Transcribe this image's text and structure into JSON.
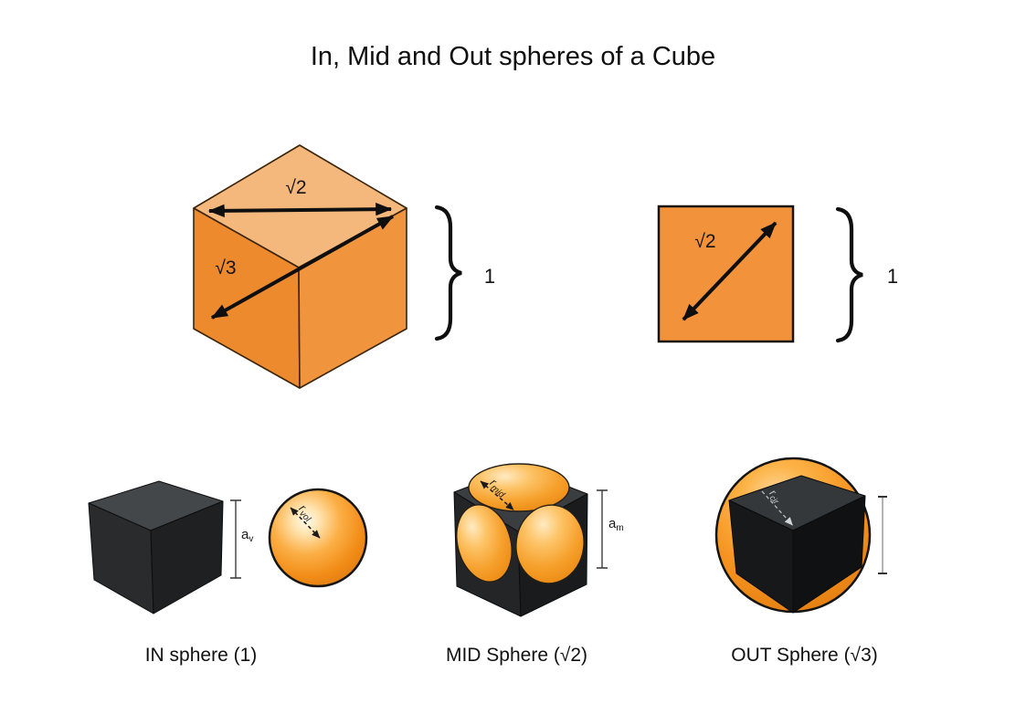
{
  "title": "In, Mid and Out spheres of a Cube",
  "unit_cube": {
    "face_diagonal": "√2",
    "space_diagonal": "√3",
    "edge": "1"
  },
  "unit_square": {
    "diagonal": "√2",
    "edge": "1"
  },
  "in_figure": {
    "caption": "IN sphere (1)",
    "edge_label": {
      "base": "a",
      "sub": "v"
    },
    "radius_label": {
      "base": "r",
      "sub": "vol"
    }
  },
  "mid_figure": {
    "caption": "MID Sphere (√2)",
    "edge_label": {
      "base": "a",
      "sub": "m"
    },
    "radius_label": {
      "base": "r",
      "sub": "mid"
    }
  },
  "out_figure": {
    "caption": "OUT Sphere (√3)",
    "radius_label": {
      "base": "r",
      "sub": "cir"
    }
  },
  "colors": {
    "cube_top_face": "#f4b87c",
    "cube_left_face": "#ed8a2e",
    "cube_right_face": "#f0953e",
    "square_fill": "#f2933b",
    "in_cube_top": "#43474a",
    "in_cube_left": "#292b2d",
    "in_cube_right": "#1e2022",
    "mid_cube_top": "#3a3e41",
    "mid_cube_left": "#232527",
    "mid_cube_right": "#191b1d",
    "out_cube_top": "#34383b",
    "out_cube_left": "#17181a",
    "out_cube_right": "#101113",
    "sphere_orange": "#f6921f",
    "outline": "#141414"
  }
}
